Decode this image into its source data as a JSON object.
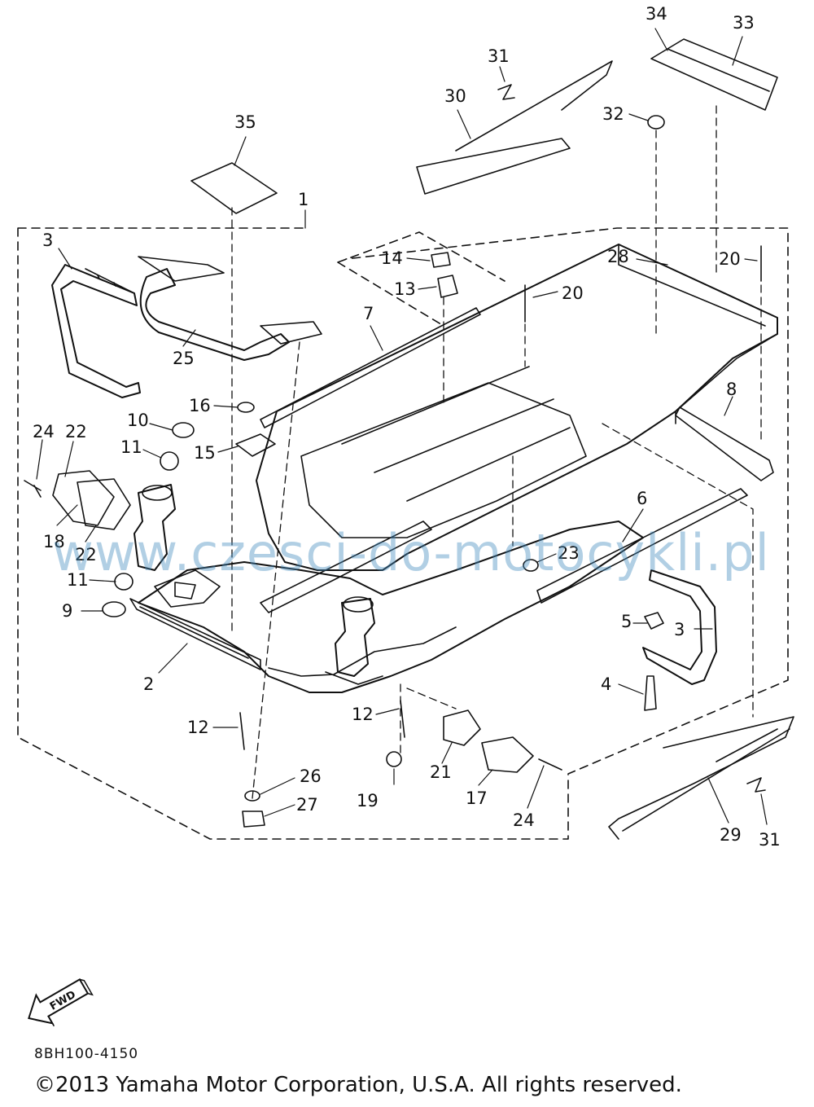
{
  "diagram": {
    "callouts": [
      "1",
      "2",
      "3",
      "3",
      "4",
      "5",
      "6",
      "7",
      "8",
      "9",
      "10",
      "11",
      "11",
      "12",
      "12",
      "13",
      "14",
      "15",
      "16",
      "17",
      "18",
      "19",
      "20",
      "20",
      "21",
      "22",
      "22",
      "23",
      "24",
      "24",
      "25",
      "26",
      "27",
      "28",
      "29",
      "30",
      "31",
      "31",
      "32",
      "33",
      "34",
      "35"
    ],
    "fwd_label": "FWD"
  },
  "footer": {
    "ref_code": "8BH100-4150",
    "copyright": "©2013 Yamaha Motor Corporation, U.S.A. All rights reserved."
  },
  "watermark": "www.czesci-do-motocykli.pl",
  "colors": {
    "line": "#111111",
    "watermark": "#468cbe"
  }
}
